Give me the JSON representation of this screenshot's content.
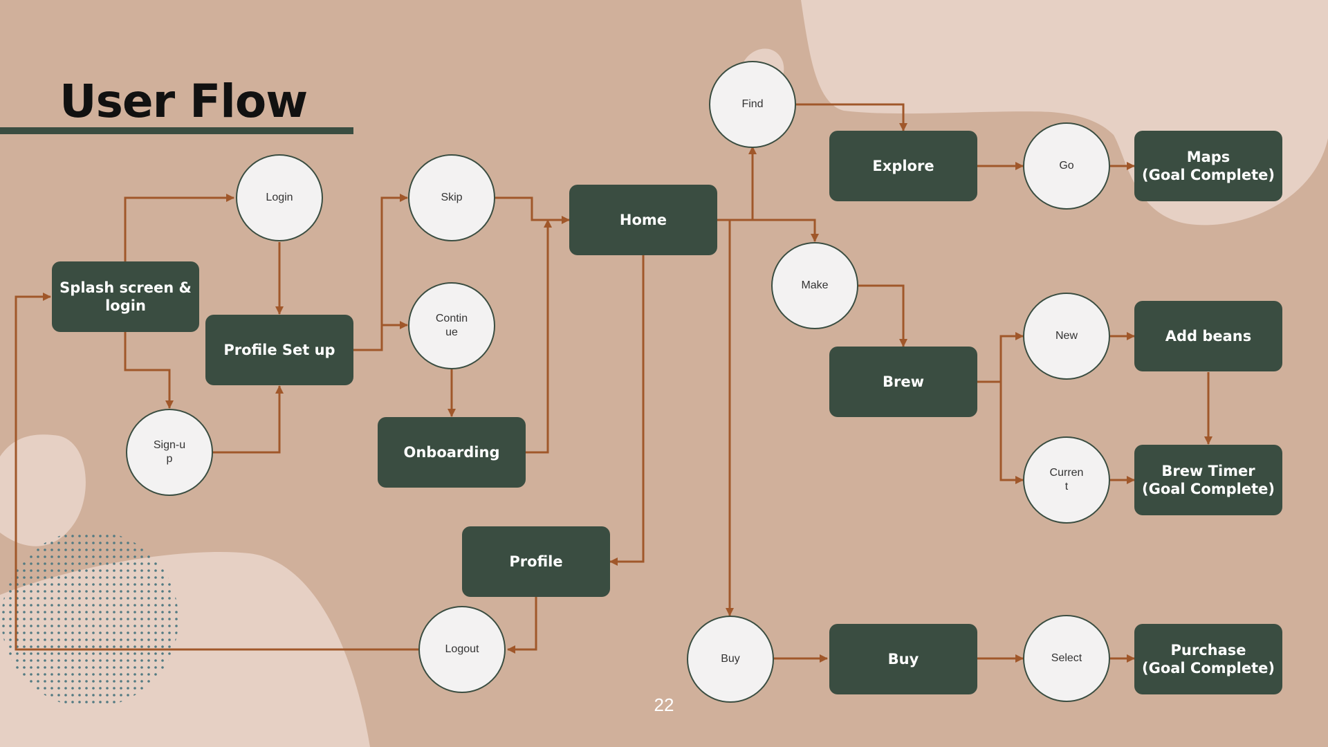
{
  "title": "User Flow",
  "page_number": "22",
  "colors": {
    "background": "#d0b09b",
    "blob": "#e6d0c4",
    "box": "#3a4d41",
    "circle": "#f3f2f2",
    "connector": "#a0572a",
    "dots": "#527a82"
  },
  "nodes": {
    "splash": "Splash screen &\nlogin",
    "login": "Login",
    "signup": "Sign-u\np",
    "profile_setup": "Profile Set up",
    "skip": "Skip",
    "continue": "Contin\nue",
    "onboarding": "Onboarding",
    "home": "Home",
    "profile": "Profile",
    "logout": "Logout",
    "find": "Find",
    "explore": "Explore",
    "go": "Go",
    "maps": "Maps\n(Goal Complete)",
    "make": "Make",
    "brew": "Brew",
    "new": "New",
    "add_beans": "Add beans",
    "current": "Curren\nt",
    "brew_timer": "Brew Timer\n(Goal Complete)",
    "buy_circle": "Buy",
    "buy_box": "Buy",
    "select": "Select",
    "purchase": "Purchase\n(Goal Complete)"
  },
  "edges": [
    [
      "splash",
      "login"
    ],
    [
      "splash",
      "signup"
    ],
    [
      "login",
      "profile_setup"
    ],
    [
      "signup",
      "profile_setup"
    ],
    [
      "profile_setup",
      "skip"
    ],
    [
      "profile_setup",
      "continue"
    ],
    [
      "continue",
      "onboarding"
    ],
    [
      "skip",
      "home"
    ],
    [
      "onboarding",
      "home"
    ],
    [
      "home",
      "find"
    ],
    [
      "home",
      "make"
    ],
    [
      "home",
      "profile"
    ],
    [
      "home",
      "buy_circle"
    ],
    [
      "find",
      "explore"
    ],
    [
      "explore",
      "go"
    ],
    [
      "go",
      "maps"
    ],
    [
      "make",
      "brew"
    ],
    [
      "brew",
      "new"
    ],
    [
      "brew",
      "current"
    ],
    [
      "new",
      "add_beans"
    ],
    [
      "add_beans",
      "brew_timer"
    ],
    [
      "current",
      "brew_timer"
    ],
    [
      "profile",
      "logout"
    ],
    [
      "logout",
      "splash"
    ],
    [
      "buy_circle",
      "buy_box"
    ],
    [
      "buy_box",
      "select"
    ],
    [
      "select",
      "purchase"
    ]
  ]
}
